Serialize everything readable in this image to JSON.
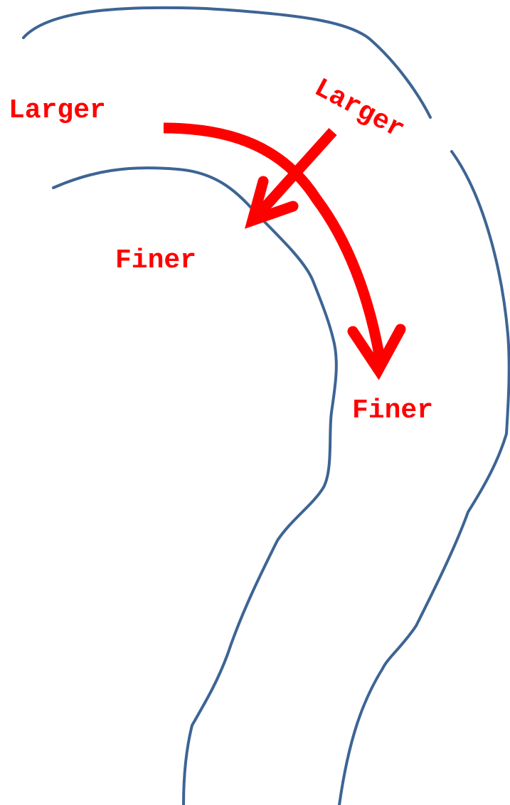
{
  "colors": {
    "bank_line": "#3d6494",
    "annotation": "#ff0000",
    "background": "#ffffff"
  },
  "labels": {
    "outer_start": "Larger",
    "outer_end": "Finer",
    "inner_start": "Larger",
    "inner_end": "Finer"
  }
}
